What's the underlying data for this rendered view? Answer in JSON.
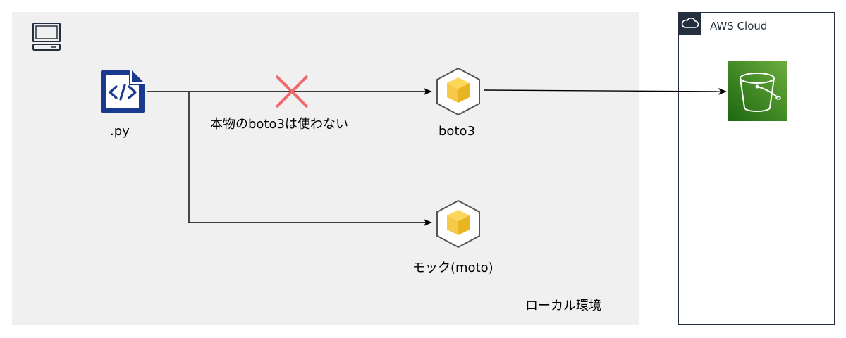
{
  "local": {
    "label": "ローカル環境"
  },
  "script_node": {
    "label": ".py"
  },
  "boto3_node": {
    "label": "boto3"
  },
  "mock_node": {
    "label": "モック(moto)"
  },
  "blocked_edge": {
    "label": "本物のboto3は使わない"
  },
  "aws": {
    "label": "AWS Cloud"
  },
  "icons": {
    "computer": "computer-icon",
    "script": "code-file-icon",
    "sdk": "package-cube-icon",
    "mock": "package-cube-icon",
    "bucket": "s3-bucket-icon",
    "cloud": "cloud-icon",
    "blocked": "red-x-icon"
  },
  "colors": {
    "local_bg": "#f0f0f0",
    "script_blue": "#1a3a8f",
    "cube_yellow": "#f7c948",
    "s3_green": "#3f8624",
    "cross_red": "#f06a6a",
    "aws_dark": "#232f3e"
  }
}
